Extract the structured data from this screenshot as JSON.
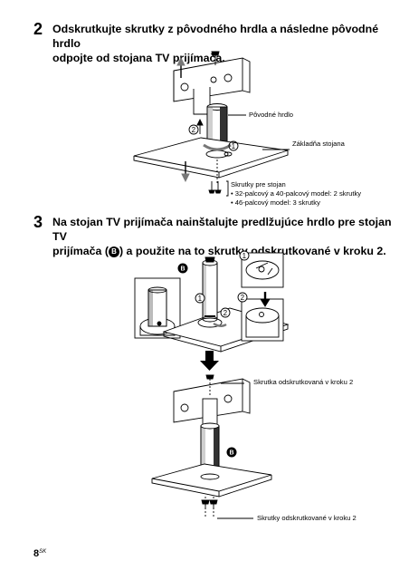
{
  "step2": {
    "number": "2",
    "text_line1": "Odskrutkujte skrutky z pôvodného hrdla a následne pôvodné hrdlo",
    "text_line2": "odpojte od stojana TV prijímača.",
    "label_original_neck": "Pôvodné hrdlo",
    "label_stand_base": "Základňa stojana",
    "label_stand_screws": "Skrutky pre stojan",
    "bullet1": "• 32-palcový a 40-palcový model: 2 skrutky",
    "bullet2": "• 46-palcový model: 3 skrutky",
    "marker1": "1",
    "marker2": "2"
  },
  "step3": {
    "number": "3",
    "text_line1": "Na stojan TV prijímača nainštalujte predlžujúce hrdlo pre stojan TV",
    "text_line2_pre": "prijímača (",
    "badge": "B",
    "text_line2_post": ") a použite na to skrutky odskrutkované v kroku 2.",
    "marker1": "1",
    "marker2": "2",
    "label_screw_from_step2": "Skrutka odskrutkovaná v kroku 2",
    "label_screws_from_step2": "Skrutky odskrutkované v kroku 2"
  },
  "footer": {
    "page_number": "8",
    "page_suffix": "SK"
  }
}
